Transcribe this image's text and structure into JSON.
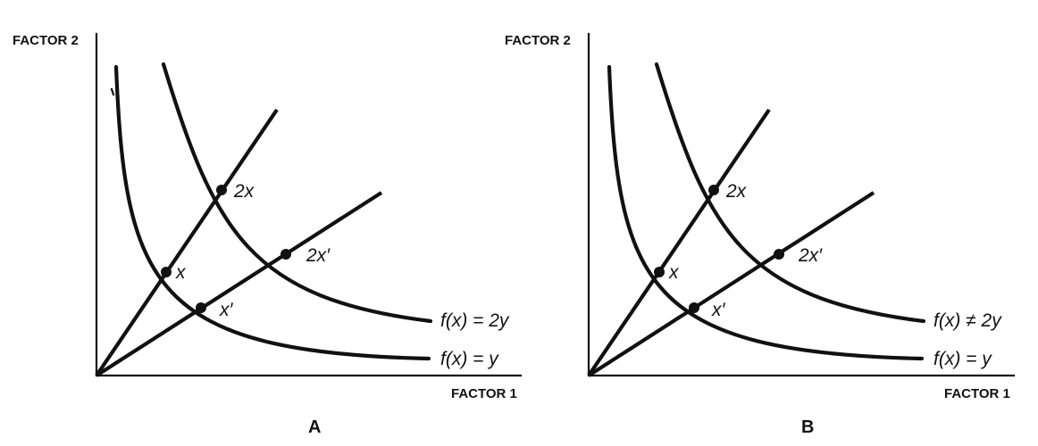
{
  "panels": [
    {
      "id": "A",
      "panel_label": "A",
      "y_axis_label": "FACTOR 2",
      "x_axis_label": "FACTOR 1",
      "points": {
        "x": "x",
        "two_x": "2x",
        "x_prime": "x′",
        "two_x_prime": "2x′"
      },
      "curves": {
        "upper": "f(x) = 2y",
        "lower": "f(x) = y"
      }
    },
    {
      "id": "B",
      "panel_label": "B",
      "y_axis_label": "FACTOR 2",
      "x_axis_label": "FACTOR 1",
      "points": {
        "x": "x",
        "two_x": "2x",
        "x_prime": "x′",
        "two_x_prime": "2x′"
      },
      "curves": {
        "upper": "f(x) ≠ 2y",
        "lower": "f(x) = y"
      }
    }
  ],
  "colors": {
    "ink": "#111111",
    "background": "#ffffff"
  }
}
